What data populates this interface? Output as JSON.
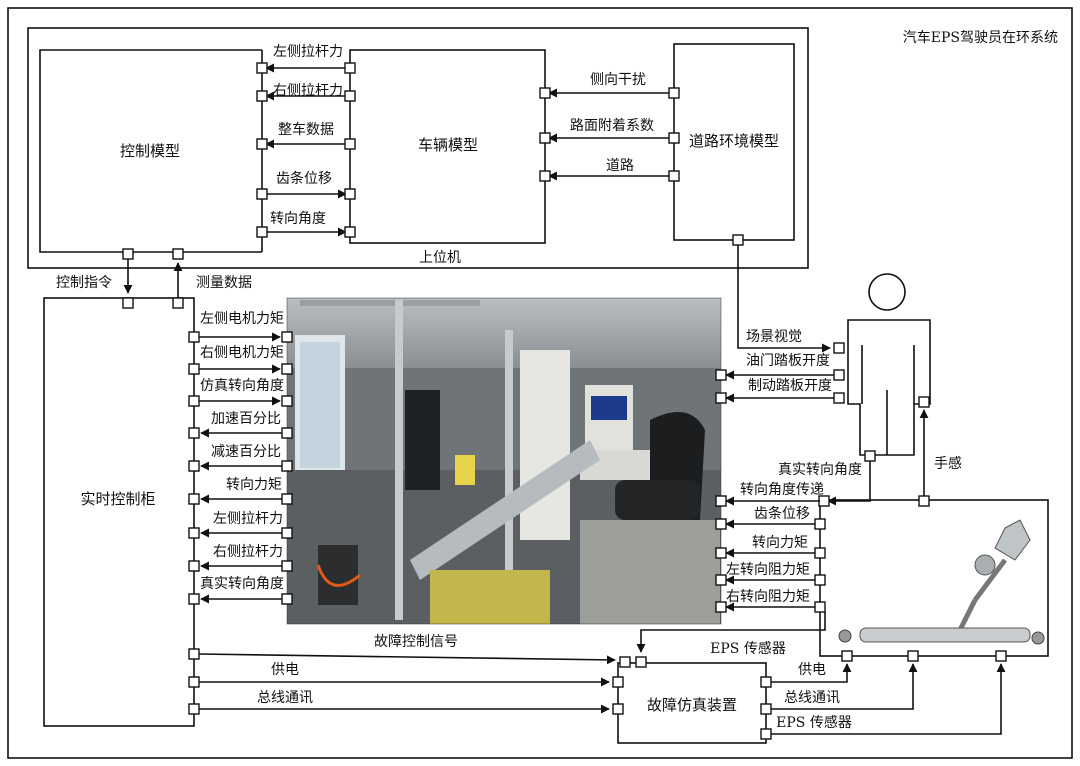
{
  "title": "汽车EPS驾驶员在环系统",
  "blocks": {
    "control_model": "控制模型",
    "vehicle_model": "车辆模型",
    "road_model": "道路环境模型",
    "host": "上位机",
    "realtime_cabinet": "实时控制柜",
    "fault_device": "故障仿真装置"
  },
  "signals": {
    "left_tie_rod_force_top": "左侧拉杆力",
    "right_tie_rod_force_top": "右侧拉杆力",
    "vehicle_data": "整车数据",
    "rack_displacement_top": "齿条位移",
    "steering_angle_top": "转向角度",
    "lateral_disturbance": "侧向干扰",
    "road_adhesion": "路面附着系数",
    "road": "道路",
    "control_command": "控制指令",
    "measurement_data": "测量数据",
    "left_motor_torque": "左侧电机力矩",
    "right_motor_torque": "右侧电机力矩",
    "sim_steering_angle": "仿真转向角度",
    "accel_percent": "加速百分比",
    "decel_percent": "减速百分比",
    "steering_torque_left": "转向力矩",
    "left_tie_rod_force_mid": "左侧拉杆力",
    "right_tie_rod_force_mid": "右侧拉杆力",
    "real_steering_angle_left": "真实转向角度",
    "scene_vision": "场景视觉",
    "throttle_opening": "油门踏板开度",
    "brake_opening": "制动踏板开度",
    "real_steering_angle_right": "真实转向角度",
    "hand_feel": "手感",
    "steering_angle_transfer": "转向角度传递",
    "rack_displacement_right": "齿条位移",
    "steering_torque_right": "转向力矩",
    "left_resistance_torque": "左转向阻力矩",
    "right_resistance_torque": "右转向阻力矩",
    "fault_control_signal": "故障控制信号",
    "eps_sensor_top": "EPS 传感器",
    "power_left": "供电",
    "bus_comm_left": "总线通讯",
    "power_right": "供电",
    "bus_comm_right": "总线通讯",
    "eps_sensor_bottom": "EPS 传感器"
  },
  "icons": {
    "driver": "driver-figure-icon",
    "photo": "test-bench-photo",
    "steering_system": "eps-steering-rack-icon"
  },
  "colors": {
    "line": "#111111",
    "background": "#ffffff"
  }
}
